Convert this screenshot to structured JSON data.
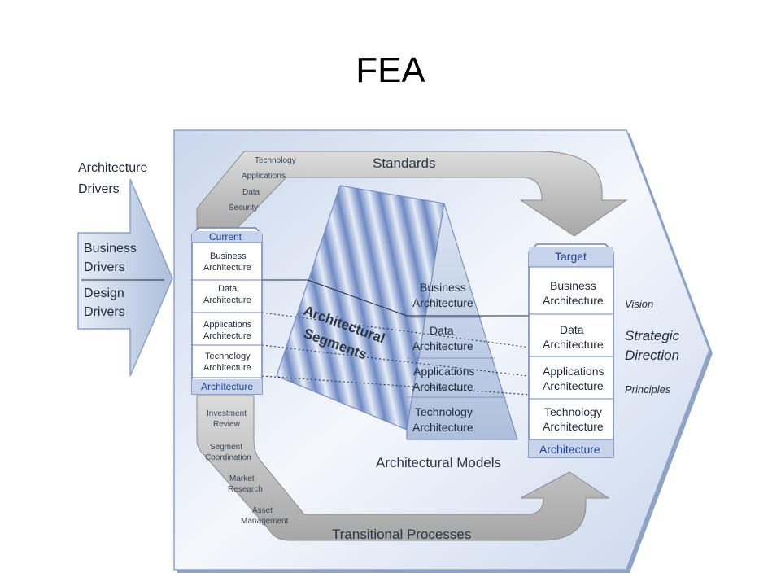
{
  "title": "FEA",
  "drivers": {
    "heading_line1": "Architecture",
    "heading_line2": "Drivers",
    "business_line1": "Business",
    "business_line2": "Drivers",
    "design_line1": "Design",
    "design_line2": "Drivers"
  },
  "standards": {
    "label": "Standards",
    "items": [
      "Technology",
      "Applications",
      "Data",
      "Security"
    ]
  },
  "current": {
    "header": "Current",
    "rows": [
      [
        "Business",
        "Architecture"
      ],
      [
        "Data",
        "Architecture"
      ],
      [
        "Applications",
        "Architecture"
      ],
      [
        "Technology",
        "Architecture"
      ]
    ],
    "footer": "Architecture"
  },
  "segments": {
    "label_line1": "Architectural",
    "label_line2": "Segments"
  },
  "models": {
    "rows": [
      [
        "Business",
        "Architecture"
      ],
      [
        "Data",
        "Architecture"
      ],
      [
        "Applications",
        "Architecture"
      ],
      [
        "Technology",
        "Architecture"
      ]
    ],
    "caption": "Architectural Models"
  },
  "target": {
    "header": "Target",
    "rows": [
      [
        "Business",
        "Architecture"
      ],
      [
        "Data",
        "Architecture"
      ],
      [
        "Applications",
        "Architecture"
      ],
      [
        "Technology",
        "Architecture"
      ]
    ],
    "footer": "Architecture"
  },
  "strategy": {
    "vision": "Vision",
    "strategic": "Strategic",
    "direction": "Direction",
    "principles": "Principles"
  },
  "transitional": {
    "label": "Transitional Processes",
    "items": [
      [
        "Investment",
        "Review"
      ],
      [
        "Segment",
        "Coordination"
      ],
      [
        "Market",
        "Research"
      ],
      [
        "Asset",
        "Management"
      ]
    ]
  },
  "colors": {
    "frame_light": "#e8eef8",
    "frame_dark": "#9fb3d6",
    "arrow_gray": "#b9b9b9",
    "header_blue": "#1f3f8a"
  }
}
